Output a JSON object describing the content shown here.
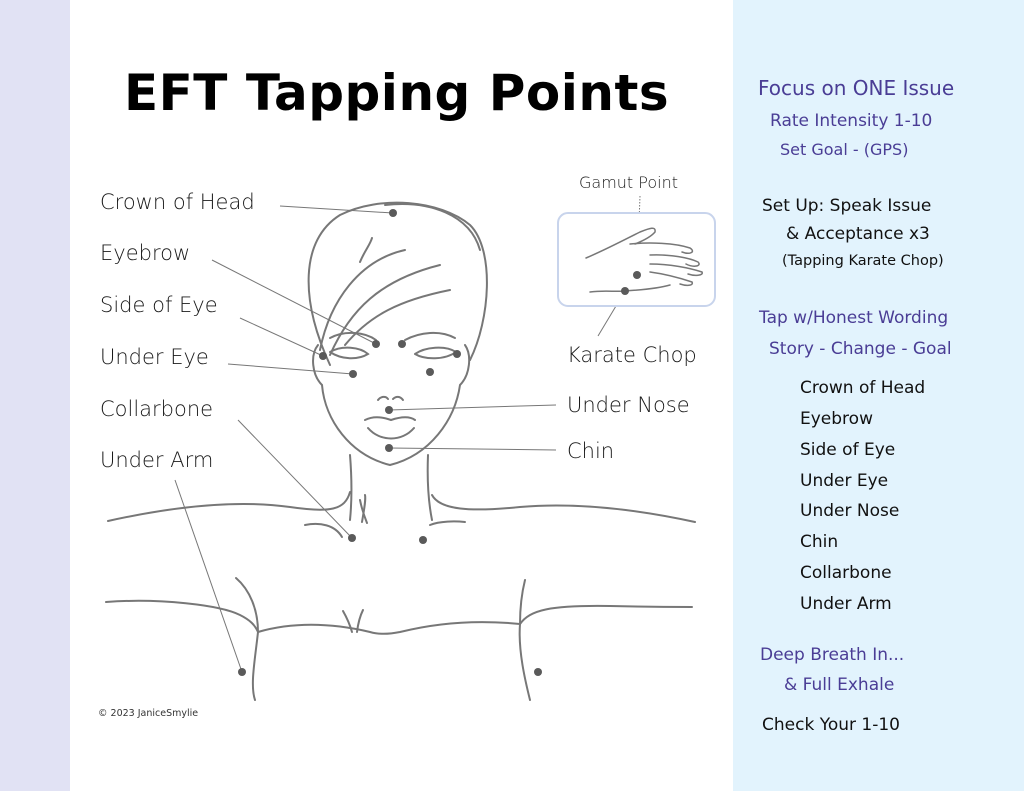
{
  "title": "EFT Tapping Points",
  "copyright": "© 2023 JaniceSmylie",
  "diagram_labels": {
    "left": [
      "Crown of Head",
      "Eyebrow",
      "Side of Eye",
      "Under Eye",
      "Collarbone",
      "Under Arm"
    ],
    "right": [
      "Karate Chop",
      "Under Nose",
      "Chin"
    ],
    "hand": "Gamut Point"
  },
  "panel": {
    "focus": "Focus on ONE Issue",
    "rate": "Rate Intensity  1-10",
    "goal": "Set Goal - (GPS)",
    "setup_line1": "Set Up:  Speak Issue",
    "setup_line2": "& Acceptance    x3",
    "setup_line3": "(Tapping Karate Chop)",
    "tap": "Tap w/Honest Wording",
    "story": "Story - Change - Goal",
    "sequence": [
      "Crown of Head",
      "Eyebrow",
      "Side of Eye",
      "Under Eye",
      "Under Nose",
      "Chin",
      "Collarbone",
      "Under Arm"
    ],
    "breath1": "Deep Breath In...",
    "breath2": "& Full Exhale",
    "check": "Check Your  1-10"
  },
  "colors": {
    "left_band": "#e1e2f4",
    "right_panel": "#e2f3fd",
    "accent_purple": "#4a3d95",
    "point": "#5a5a5a"
  }
}
